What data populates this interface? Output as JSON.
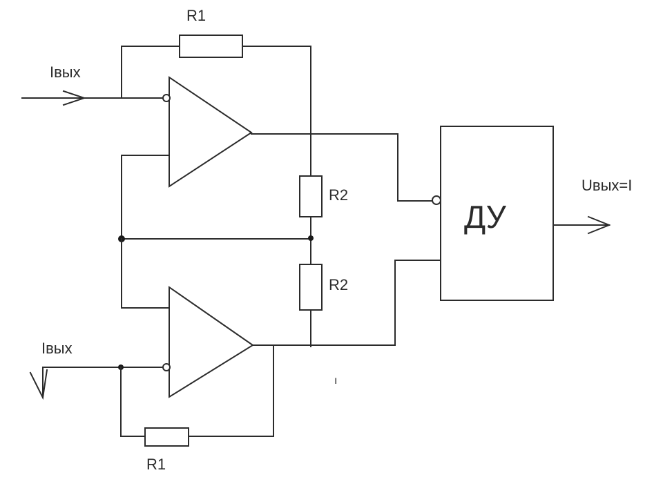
{
  "labels": {
    "r1_top": "R1",
    "r1_bottom": "R1",
    "r2_upper": "R2",
    "r2_lower": "R2",
    "input_top": "Iвых",
    "input_bottom": "Iвых",
    "output": "Uвых=I",
    "diff_amp": "ДУ",
    "stray_mark": "ı"
  },
  "colors": {
    "line": "#2b2b2b",
    "node": "#1a1a1a",
    "background": "#ffffff"
  }
}
